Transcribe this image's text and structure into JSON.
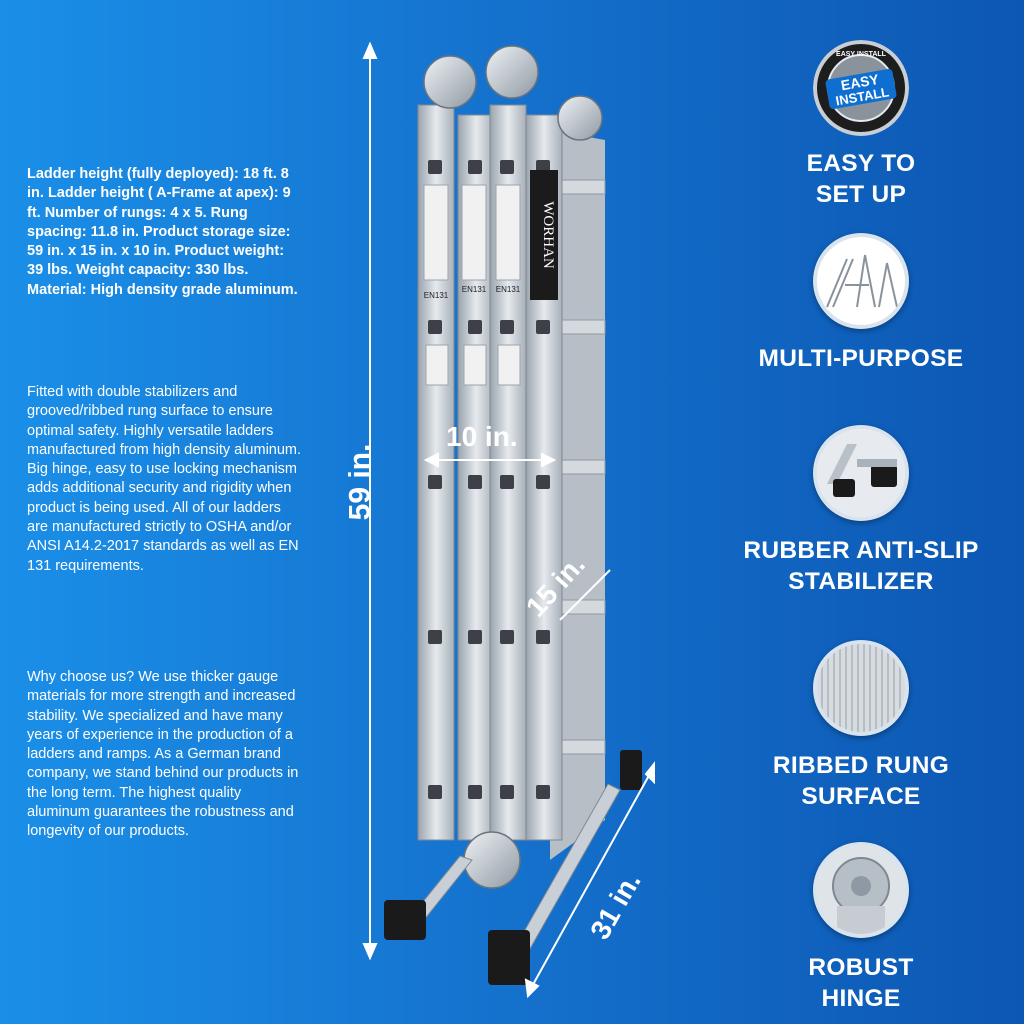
{
  "left": {
    "specs": "Ladder height (fully deployed): 18 ft. 8 in. Ladder height ( A-Frame at apex): 9 ft. Number of rungs: 4 x 5. Rung spacing: 11.8 in. Product storage size: 59 in. x 15 in. x 10 in. Product weight: 39 lbs. Weight capacity: 330 lbs. Material: High density grade aluminum.",
    "paragraph1": "Fitted with double stabilizers and grooved/ribbed rung surface to ensure optimal safety. Highly versatile ladders manufactured from high density aluminum. Big hinge, easy to use locking mechanism adds additional security and rigidity when product is being used. All of our ladders are manufactured strictly to OSHA and/or ANSI A14.2-2017 standards as well as EN 131 requirements.",
    "paragraph2": "Why choose us? We use thicker gauge materials for more strength and increased stability. We specialized and have many years of experience in the production of a ladders and ramps. As a German brand company, we stand behind our products in the long term. The highest quality aluminum guarantees the robustness and longevity of our products."
  },
  "ladder": {
    "brand": "WORHAN",
    "cert": "EN131",
    "dim_height": "59 in.",
    "dim_width": "10 in.",
    "dim_depth": "15 in.",
    "dim_length": "31 in."
  },
  "badge": {
    "ring_top": "EASY INSTALL",
    "line1": "EASY",
    "line2": "INSTALL"
  },
  "features": [
    {
      "label": "EASY TO\nSET UP",
      "icon": "easy-install-badge-icon"
    },
    {
      "label": "MULTI-PURPOSE",
      "icon": "ladder-configurations-icon"
    },
    {
      "label": "RUBBER ANTI-SLIP\nSTABILIZER",
      "icon": "rubber-foot-icon"
    },
    {
      "label": "RIBBED RUNG\nSURFACE",
      "icon": "ribbed-surface-icon"
    },
    {
      "label": "ROBUST\nHINGE",
      "icon": "hinge-icon"
    }
  ],
  "colors": {
    "accent": "#1574cf",
    "metal": "#c9cfd6"
  }
}
